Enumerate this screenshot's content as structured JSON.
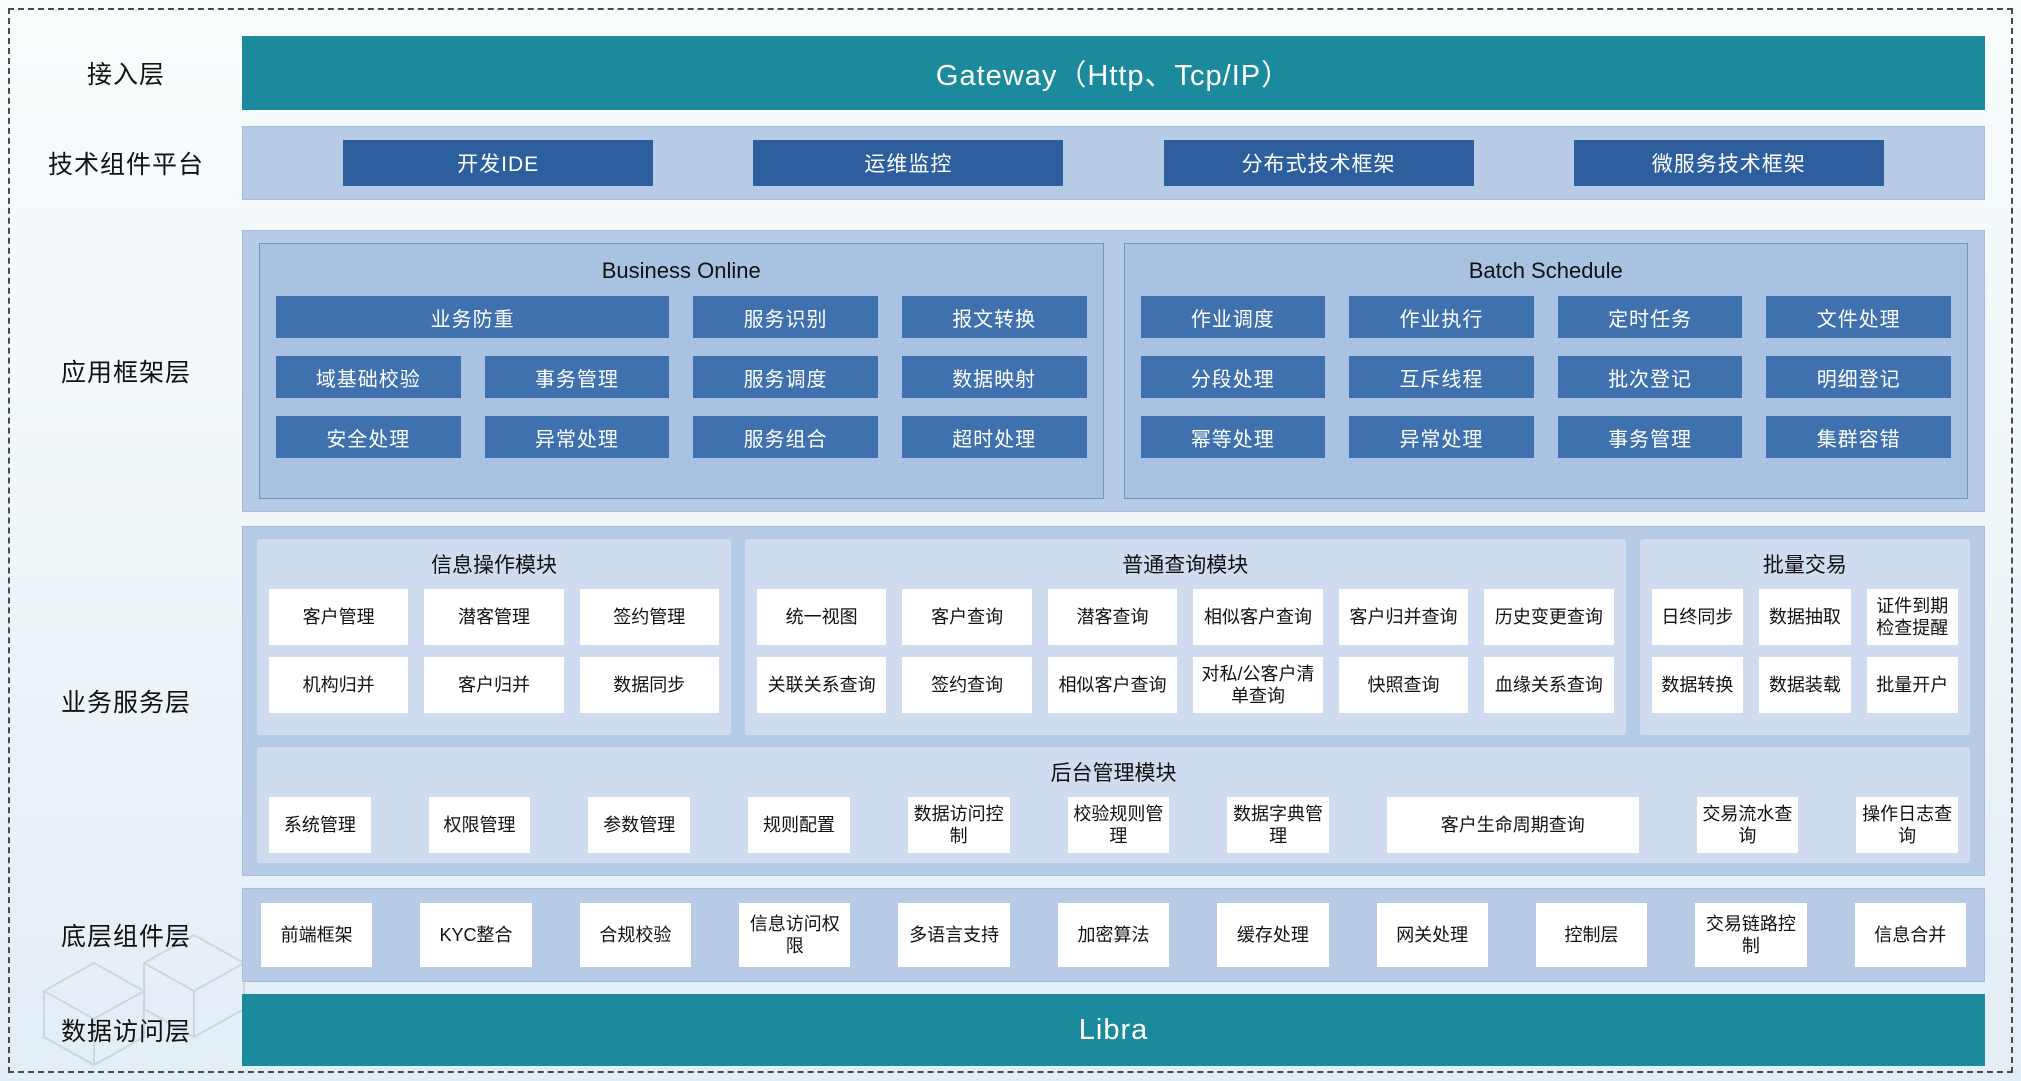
{
  "colors": {
    "teal_banner": "#1a8a9c",
    "dark_blue_button": "#2d5f9f",
    "mid_blue_cell": "#3e71ad",
    "outer_panel": "#b7cbe7",
    "inner_framework_panel": "#a9c2e2",
    "service_panel": "#cfdcef",
    "cell_white": "#ffffff"
  },
  "layers": {
    "access": {
      "label": "接入层",
      "banner": "Gateway（Http、Tcp/IP）"
    },
    "tech": {
      "label": "技术组件平台",
      "buttons": [
        "开发IDE",
        "运维监控",
        "分布式技术框架",
        "微服务技术框架"
      ]
    },
    "framework": {
      "label": "应用框架层",
      "business_online": {
        "title": "Business Online",
        "row1": [
          "业务防重",
          "服务识别",
          "报文转换"
        ],
        "row2": [
          "域基础校验",
          "事务管理",
          "服务调度",
          "数据映射"
        ],
        "row3": [
          "安全处理",
          "异常处理",
          "服务组合",
          "超时处理"
        ]
      },
      "batch_schedule": {
        "title": "Batch Schedule",
        "row1": [
          "作业调度",
          "作业执行",
          "定时任务",
          "文件处理"
        ],
        "row2": [
          "分段处理",
          "互斥线程",
          "批次登记",
          "明细登记"
        ],
        "row3": [
          "幂等处理",
          "异常处理",
          "事务管理",
          "集群容错"
        ]
      }
    },
    "business": {
      "label": "业务服务层",
      "info_module": {
        "title": "信息操作模块",
        "cells": [
          "客户管理",
          "潜客管理",
          "签约管理",
          "机构归并",
          "客户归并",
          "数据同步"
        ]
      },
      "query_module": {
        "title": "普通查询模块",
        "cells": [
          "统一视图",
          "客户查询",
          "潜客查询",
          "相似客户查询",
          "客户归并查询",
          "历史变更查询",
          "关联关系查询",
          "签约查询",
          "相似客户查询",
          "对私/公客户清单查询",
          "快照查询",
          "血缘关系查询"
        ]
      },
      "batch_module": {
        "title": "批量交易",
        "cells": [
          "日终同步",
          "数据抽取",
          "证件到期检查提醒",
          "数据转换",
          "数据装载",
          "批量开户"
        ]
      },
      "admin_module": {
        "title": "后台管理模块",
        "cells": [
          "系统管理",
          "权限管理",
          "参数管理",
          "规则配置",
          "数据访问控制",
          "校验规则管理",
          "数据字典管理",
          "客户生命周期查询",
          "交易流水查询",
          "操作日志查询"
        ]
      }
    },
    "components": {
      "label": "底层组件层",
      "cells": [
        "前端框架",
        "KYC整合",
        "合规校验",
        "信息访问权限",
        "多语言支持",
        "加密算法",
        "缓存处理",
        "网关处理",
        "控制层",
        "交易链路控制",
        "信息合并"
      ]
    },
    "data_access": {
      "label": "数据访问层",
      "banner": "Libra"
    }
  }
}
